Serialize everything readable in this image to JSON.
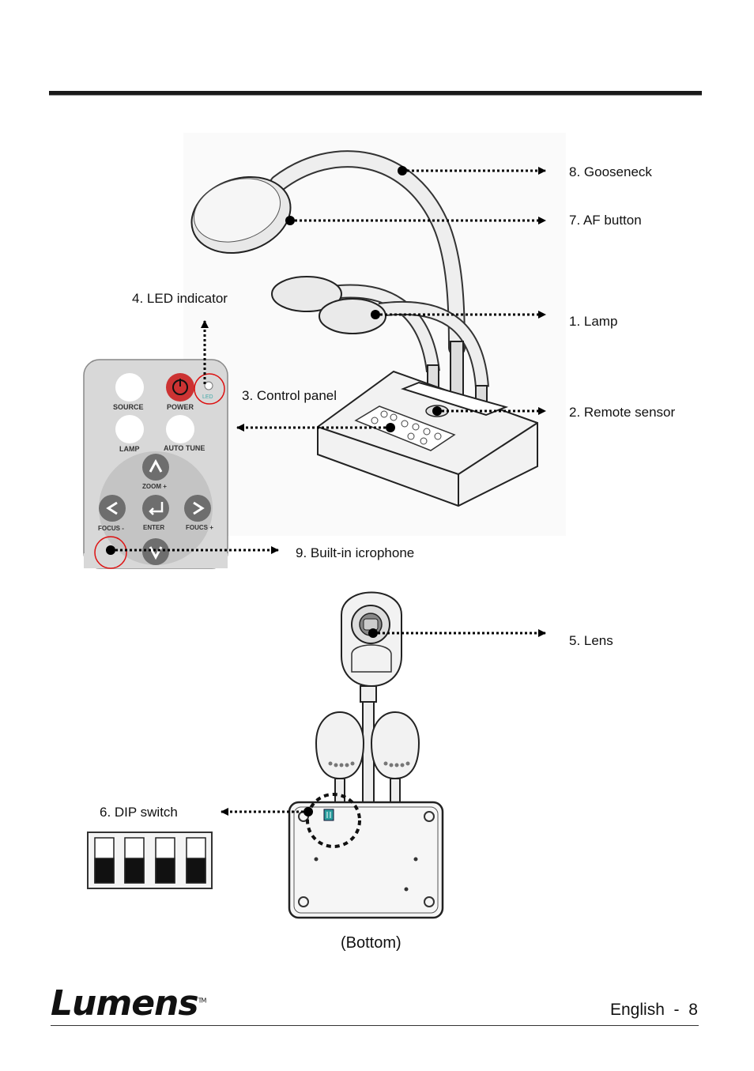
{
  "header": {},
  "callouts": {
    "gooseneck": "8. Gooseneck",
    "af_button": "7. AF button",
    "lamp": "1. Lamp",
    "led_indicator": "4. LED indicator",
    "control_panel": "3. Control panel",
    "remote_sensor": "2. Remote sensor",
    "microphone": "9. Built-in icrophone",
    "lens": "5. Lens",
    "dip_switch": "6. DIP switch"
  },
  "bottom_caption": "(Bottom)",
  "panel_keys": {
    "source": "SOURCE",
    "power": "POWER",
    "led": "LED",
    "lamp": "LAMP",
    "auto_tune": "AUTO TUNE",
    "zoom_plus": "ZOOM +",
    "focus_minus": "FOCUS -",
    "enter": "ENTER",
    "focus_plus": "FOUCS +"
  },
  "footer": {
    "brand": "Lumens",
    "trademark": "TM",
    "page_label": "English  -  8"
  }
}
